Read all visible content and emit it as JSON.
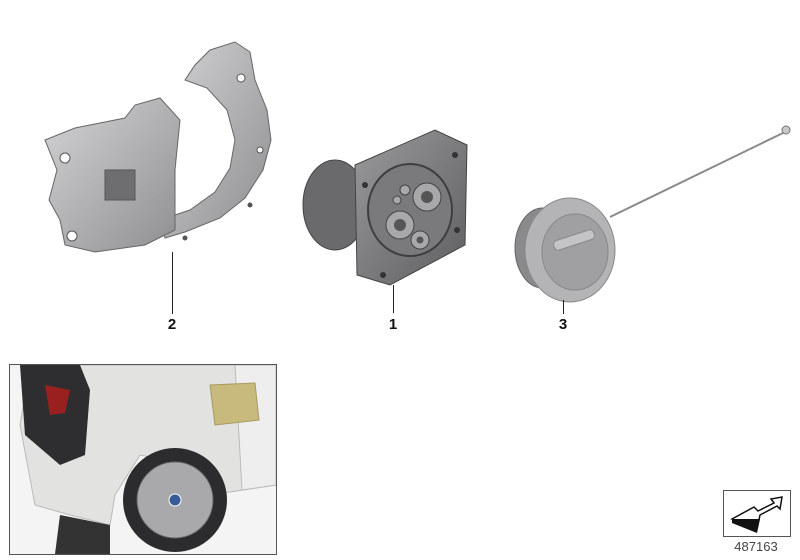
{
  "diagram": {
    "type": "parts-exploded-view",
    "parts": [
      {
        "id": "1",
        "callout": "1",
        "name": "charging-socket"
      },
      {
        "id": "2",
        "callout": "2",
        "name": "socket-bracket"
      },
      {
        "id": "3",
        "callout": "3",
        "name": "socket-cap-with-tether"
      }
    ],
    "inset": {
      "subject": "vehicle-rear-quarter-charge-flap",
      "flap_color": "#c8b97c"
    },
    "reference_number": "487163",
    "colors": {
      "part_gray": "#a6a6a8",
      "part_dark": "#6e6e70",
      "line": "#222222",
      "background": "#ffffff"
    }
  }
}
